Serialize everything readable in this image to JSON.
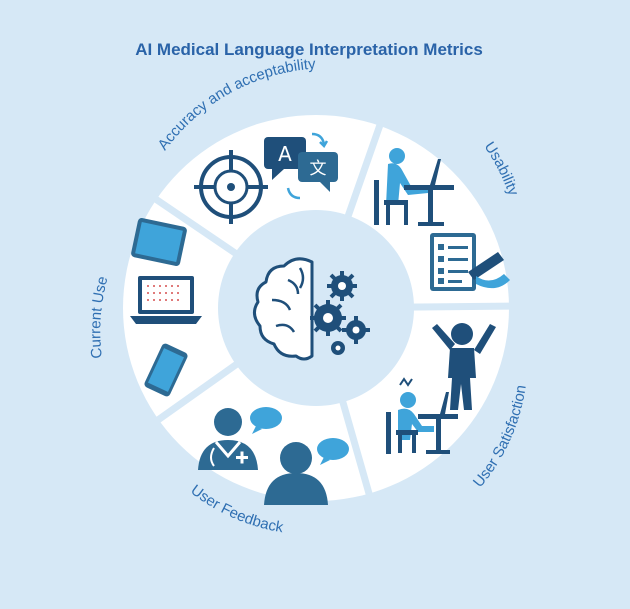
{
  "title": "AI Medical Language Interpretation Metrics",
  "segments": [
    {
      "label": "Accuracy and acceptability",
      "icon": "crosshair-translate-icon"
    },
    {
      "label": "Usability",
      "icon": "person-at-desk-checklist-icon"
    },
    {
      "label": "User Satisfaction",
      "icon": "cheering-and-stressed-user-icon"
    },
    {
      "label": "User Feedback",
      "icon": "doctor-patient-chat-icon"
    },
    {
      "label": "Current Use",
      "icon": "devices-icon"
    }
  ],
  "center": {
    "icon": "brain-gears-icon"
  },
  "translate_glyphs": {
    "source": "A",
    "target": "文"
  },
  "colors": {
    "background": "#d6e8f6",
    "ring": "#ffffff",
    "center_disc": "#d6e8f6",
    "title": "#2a63a8",
    "label": "#2f6fb2",
    "icon_dark": "#1f4f7a",
    "icon_mid": "#2d6a93",
    "icon_accent": "#3fa4da"
  }
}
